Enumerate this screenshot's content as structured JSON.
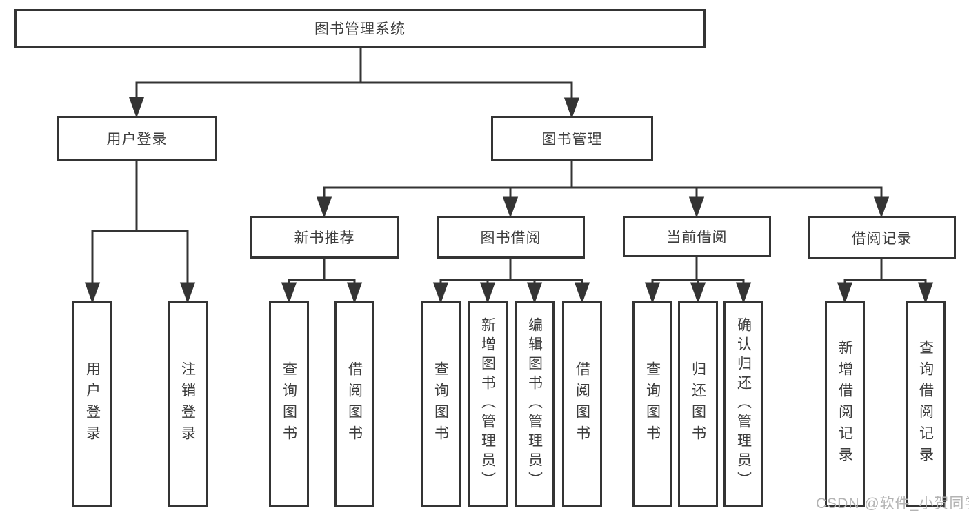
{
  "chart": {
    "root": {
      "label": "图书管理系统"
    },
    "level2": [
      {
        "label": "用户登录"
      },
      {
        "label": "图书管理"
      }
    ],
    "level3": [
      {
        "label": "新书推荐"
      },
      {
        "label": "图书借阅"
      },
      {
        "label": "当前借阅"
      },
      {
        "label": "借阅记录"
      }
    ],
    "leaves": [
      {
        "label": "用户登录"
      },
      {
        "label": "注销登录"
      },
      {
        "label": "查询图书"
      },
      {
        "label": "借阅图书"
      },
      {
        "label": "查询图书"
      },
      {
        "label": "新增图书（管理员）"
      },
      {
        "label": "编辑图书（管理员）"
      },
      {
        "label": "借阅图书"
      },
      {
        "label": "查询图书"
      },
      {
        "label": "归还图书"
      },
      {
        "label": "确认归还（管理员）"
      },
      {
        "label": "新增借阅记录"
      },
      {
        "label": "查询借阅记录"
      }
    ]
  },
  "watermark": "CSDN @软件_小贺同学",
  "colors": {
    "line": "#343434",
    "text": "#3d3d3d",
    "background": "#ffffff",
    "watermark": "#b3b3b3"
  }
}
